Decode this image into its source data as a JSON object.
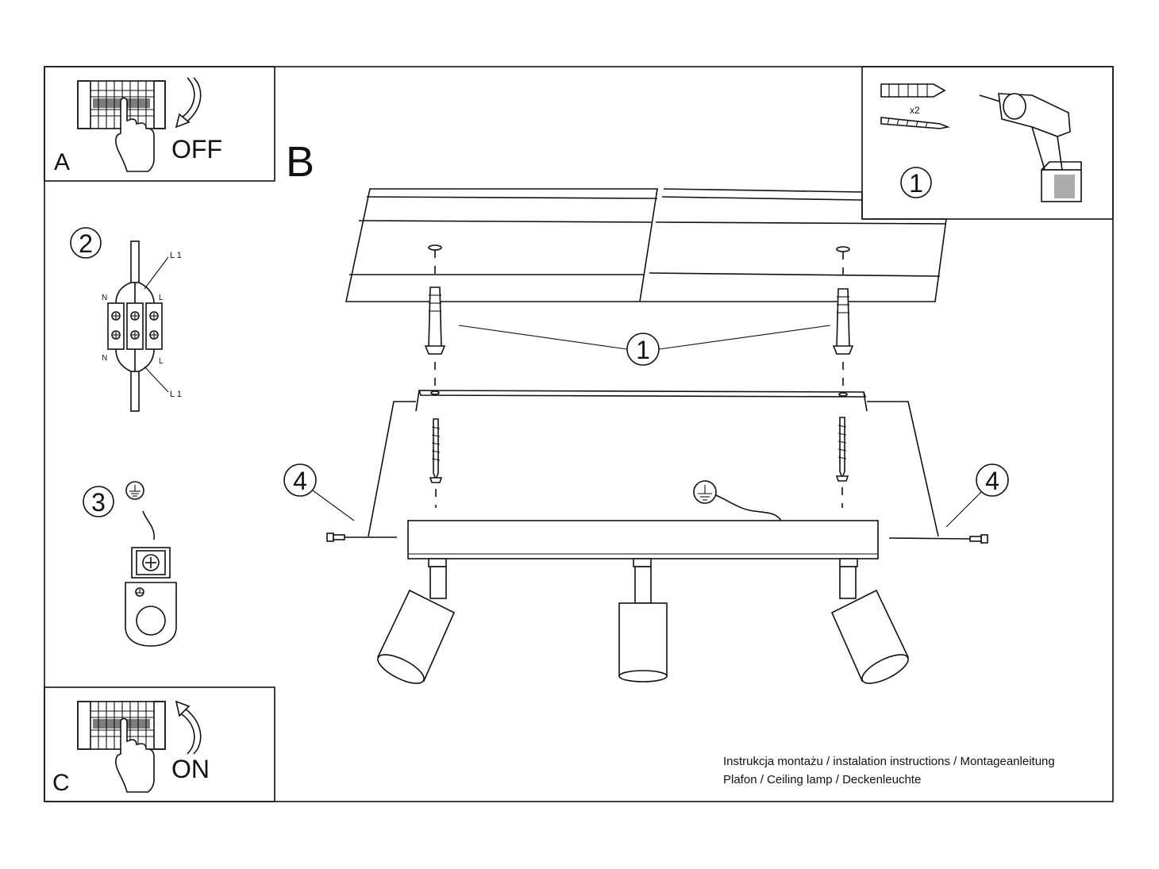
{
  "panels": {
    "a": {
      "letter": "A",
      "label": "OFF"
    },
    "b": {
      "letter": "B"
    },
    "c": {
      "letter": "C",
      "label": "ON"
    }
  },
  "steps": {
    "tools_number": "1",
    "tools_qty": "x2",
    "wiring_number": "2",
    "wiring_labels": {
      "l1_top": "L 1",
      "n_top": "N",
      "l_top": "L",
      "n_bottom": "N",
      "l_bottom": "L",
      "l1_bottom": "L 1"
    },
    "ground_number": "3",
    "dowel_callout": "1",
    "screw_callout_left": "4",
    "screw_callout_right": "4"
  },
  "footer": {
    "line1": "Instrukcja montażu / instalation instructions / Montageanleitung",
    "line2": "Plafon / Ceiling lamp / Deckenleuchte"
  }
}
